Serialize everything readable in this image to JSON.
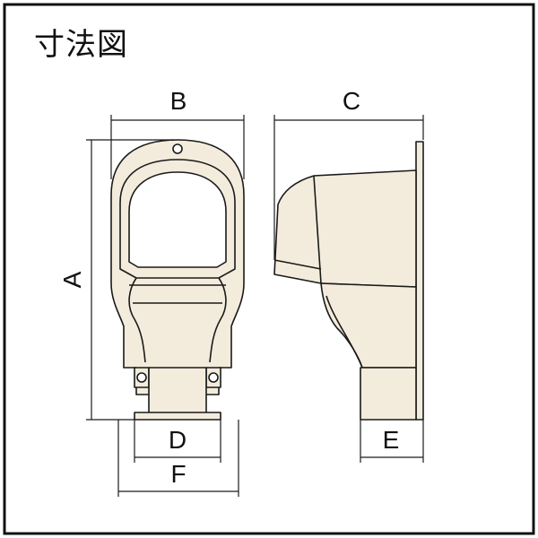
{
  "title": "寸法図",
  "labels": {
    "A": "A",
    "B": "B",
    "C": "C",
    "D": "D",
    "E": "E",
    "F": "F"
  },
  "colors": {
    "fill": "#f3ecdc",
    "stroke": "#1a1a1a",
    "frame": "#111111"
  }
}
